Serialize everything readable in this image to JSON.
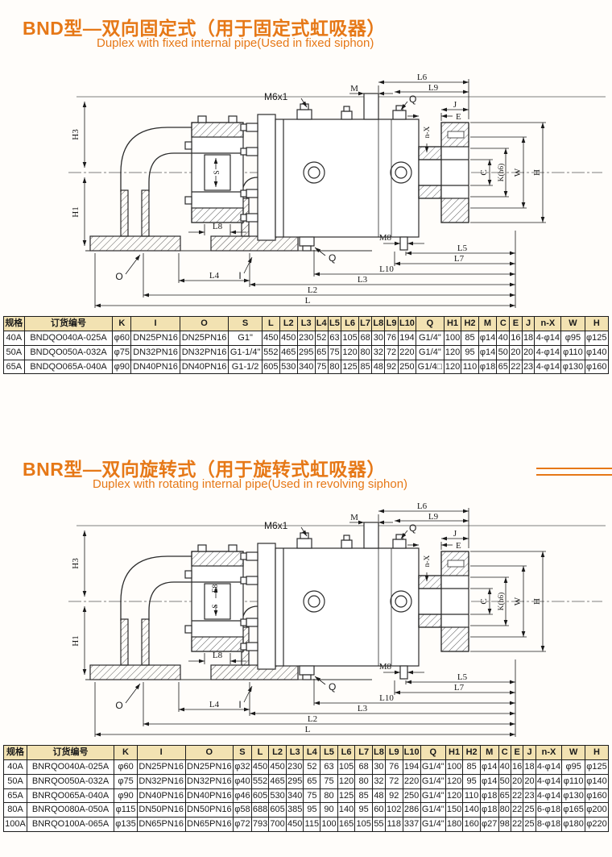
{
  "page": {
    "accent": "#e67817",
    "table_header_bg": "#f2e2b2"
  },
  "drawing": {
    "labels": {
      "m6x1": "M6x1",
      "h3": "H3",
      "h1": "H1",
      "m": "M",
      "l6": "L6",
      "l9": "L9",
      "q": "Q",
      "j": "J",
      "e": "E",
      "nx": "n-X",
      "c": "C",
      "k": "K(h6)",
      "w": "W",
      "h": "H",
      "s": "S",
      "e8": "E8",
      "l8": "L8",
      "o": "O",
      "i": "I",
      "m8": "M8",
      "l4": "L4",
      "l5": "L5",
      "l7": "L7",
      "l10": "L10",
      "l3": "L3",
      "l2": "L2",
      "l": "L"
    }
  },
  "sections": [
    {
      "id": "bnd",
      "title_cn": "BND型—双向固定式（用于固定式虹吸器）",
      "title_en": "Duplex with fixed internal pipe(Used in fixed siphon)",
      "table": {
        "headers": [
          "规格",
          "订货编号",
          "K",
          "I",
          "O",
          "S",
          "L",
          "L2",
          "L3",
          "L4",
          "L5",
          "L6",
          "L7",
          "L8",
          "L9",
          "L10",
          "Q",
          "H1",
          "H2",
          "M",
          "C",
          "E",
          "J",
          "n-X",
          "W",
          "H"
        ],
        "rows": [
          [
            "40A",
            "BNDQO040A-025A",
            "φ60",
            "DN25PN16",
            "DN25PN16",
            "G1\"",
            "450",
            "450",
            "230",
            "52",
            "63",
            "105",
            "68",
            "30",
            "76",
            "194",
            "G1/4\"",
            "100",
            "85",
            "φ14",
            "40",
            "16",
            "18",
            "4-φ14",
            "φ95",
            "φ125"
          ],
          [
            "50A",
            "BNDQO050A-032A",
            "φ75",
            "DN32PN16",
            "DN32PN16",
            "G1-1/4\"",
            "552",
            "465",
            "295",
            "65",
            "75",
            "120",
            "80",
            "32",
            "72",
            "220",
            "G1/4\"",
            "120",
            "95",
            "φ14",
            "50",
            "20",
            "20",
            "4-φ14",
            "φ110",
            "φ140"
          ],
          [
            "65A",
            "BNDQO065A-040A",
            "φ90",
            "DN40PN16",
            "DN40PN16",
            "G1-1/2",
            "605",
            "530",
            "340",
            "75",
            "80",
            "125",
            "85",
            "48",
            "92",
            "250",
            "G1/4□",
            "120",
            "110",
            "φ18",
            "65",
            "22",
            "23",
            "4-φ14",
            "φ130",
            "φ160"
          ]
        ]
      }
    },
    {
      "id": "bnr",
      "title_cn": "BNR型—双向旋转式（用于旋转式虹吸器）",
      "title_en": "Duplex with rotating internal pipe(Used in revolving siphon)",
      "table": {
        "headers": [
          "规格",
          "订货编号",
          "K",
          "I",
          "O",
          "S",
          "L",
          "L2",
          "L3",
          "L4",
          "L5",
          "L6",
          "L7",
          "L8",
          "L9",
          "L10",
          "Q",
          "H1",
          "H2",
          "M",
          "C",
          "E",
          "J",
          "n-X",
          "W",
          "H"
        ],
        "rows": [
          [
            "40A",
            "BNRQO040A-025A",
            "φ60",
            "DN25PN16",
            "DN25PN16",
            "φ32",
            "450",
            "450",
            "230",
            "52",
            "63",
            "105",
            "68",
            "30",
            "76",
            "194",
            "G1/4\"",
            "100",
            "85",
            "φ14",
            "40",
            "16",
            "18",
            "4-φ14",
            "φ95",
            "φ125"
          ],
          [
            "50A",
            "BNRQO050A-032A",
            "φ75",
            "DN32PN16",
            "DN32PN16",
            "φ40",
            "552",
            "465",
            "295",
            "65",
            "75",
            "120",
            "80",
            "32",
            "72",
            "220",
            "G1/4\"",
            "120",
            "95",
            "φ14",
            "50",
            "20",
            "20",
            "4-φ14",
            "φ110",
            "φ140"
          ],
          [
            "65A",
            "BNRQO065A-040A",
            "φ90",
            "DN40PN16",
            "DN40PN16",
            "φ46",
            "605",
            "530",
            "340",
            "75",
            "80",
            "125",
            "85",
            "48",
            "92",
            "250",
            "G1/4\"",
            "120",
            "110",
            "φ18",
            "65",
            "22",
            "23",
            "4-φ14",
            "φ130",
            "φ160"
          ],
          [
            "80A",
            "BNRQO080A-050A",
            "φ115",
            "DN50PN16",
            "DN50PN16",
            "φ58",
            "688",
            "605",
            "385",
            "95",
            "90",
            "140",
            "95",
            "60",
            "102",
            "286",
            "G1/4\"",
            "150",
            "140",
            "φ18",
            "80",
            "22",
            "25",
            "6-φ18",
            "φ165",
            "φ200"
          ],
          [
            "100A",
            "BNRQO100A-065A",
            "φ135",
            "DN65PN16",
            "DN65PN16",
            "φ72",
            "793",
            "700",
            "450",
            "115",
            "100",
            "165",
            "105",
            "55",
            "118",
            "337",
            "G1/4\"",
            "180",
            "160",
            "φ27",
            "98",
            "22",
            "25",
            "8-φ18",
            "φ180",
            "φ220"
          ]
        ]
      }
    }
  ]
}
